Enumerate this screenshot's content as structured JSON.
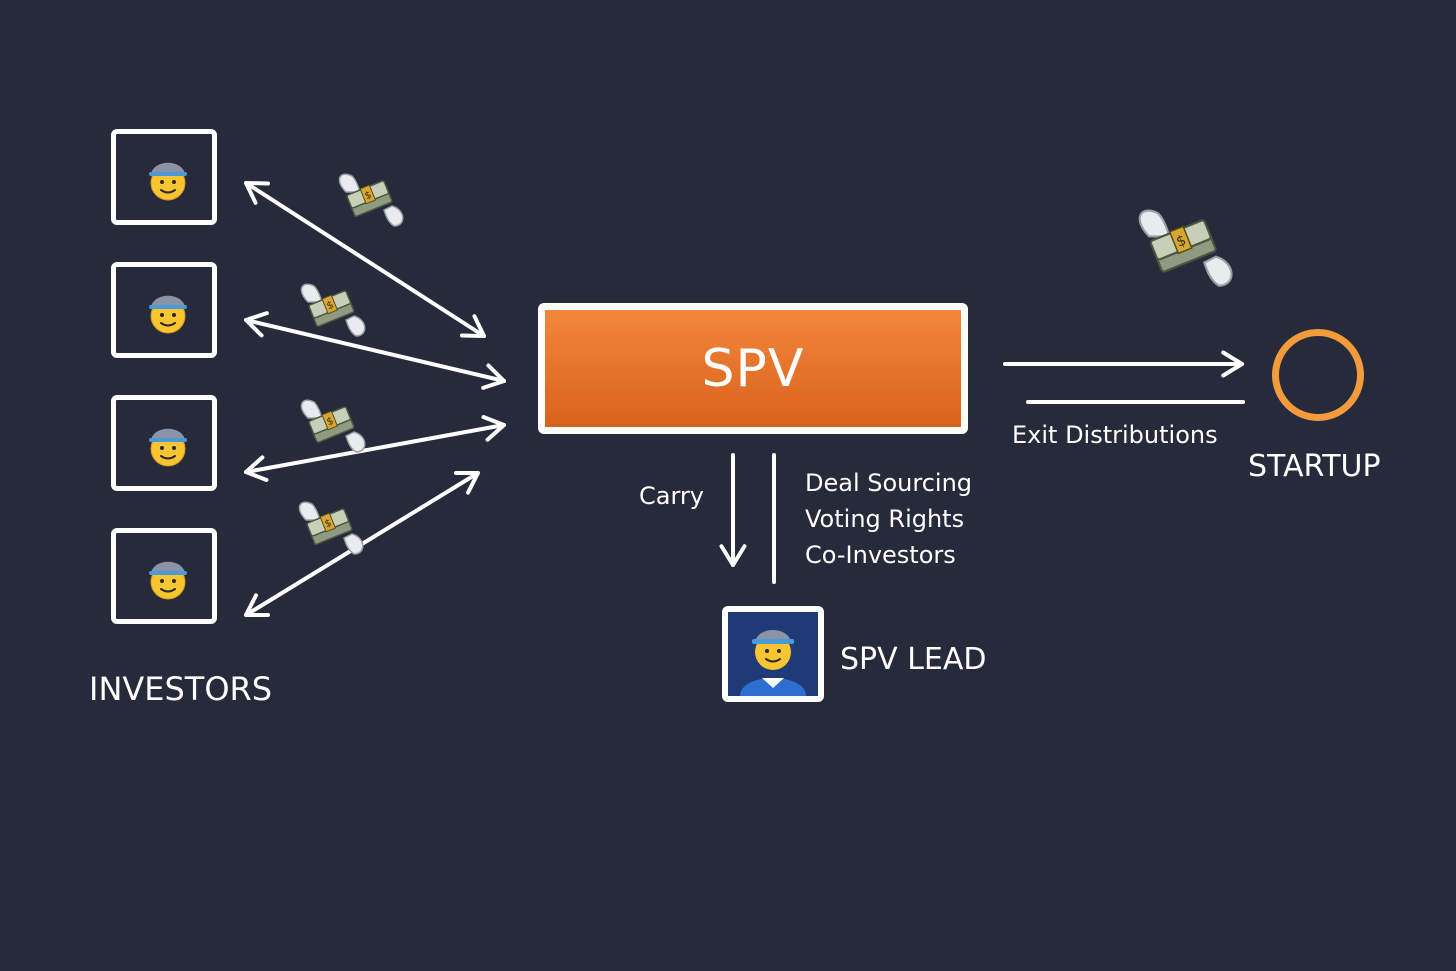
{
  "labels": {
    "investors": "INVESTORS",
    "spv": "SPV",
    "spv_lead": "SPV LEAD",
    "startup": "STARTUP",
    "carry": "Carry",
    "exit_distributions": "Exit Distributions",
    "lead_roles": [
      "Deal Sourcing",
      "Voting Rights",
      "Co-Investors"
    ]
  },
  "investors": [
    {
      "icon": "investor-avatar-icon"
    },
    {
      "icon": "investor-avatar-icon"
    },
    {
      "icon": "investor-avatar-icon"
    },
    {
      "icon": "investor-avatar-icon"
    }
  ],
  "icons": {
    "money": "money-with-wings-icon",
    "lead": "spv-lead-avatar-icon",
    "startup": "startup-circle-icon"
  },
  "colors": {
    "background": "#262a3a",
    "spv_orange": "#e8742a",
    "startup_ring": "#f39a3c",
    "line": "#ffffff"
  }
}
